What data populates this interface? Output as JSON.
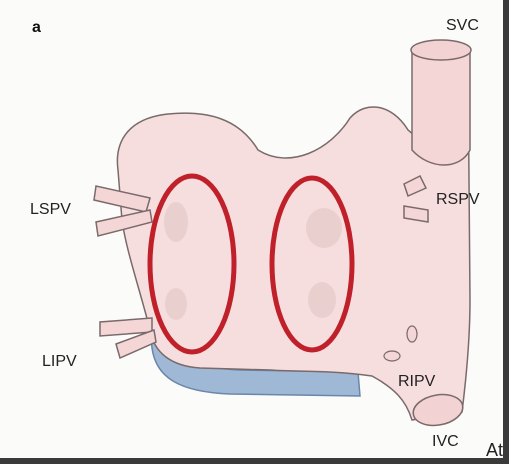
{
  "figure": {
    "panel_letter": "a",
    "labels": {
      "svc": "SVC",
      "lspv": "LSPV",
      "rspv": "RSPV",
      "lipv": "LIPV",
      "ripv": "RIPV",
      "ivc": "IVC"
    },
    "trailing_text": "At"
  },
  "colors": {
    "atrium_fill": "#f7dede",
    "atrium_stroke": "#7a6a6a",
    "ablation_line": "#c0202a",
    "coronary_sinus": "#9fb8d6",
    "frame_border": "#3a3a3a"
  }
}
